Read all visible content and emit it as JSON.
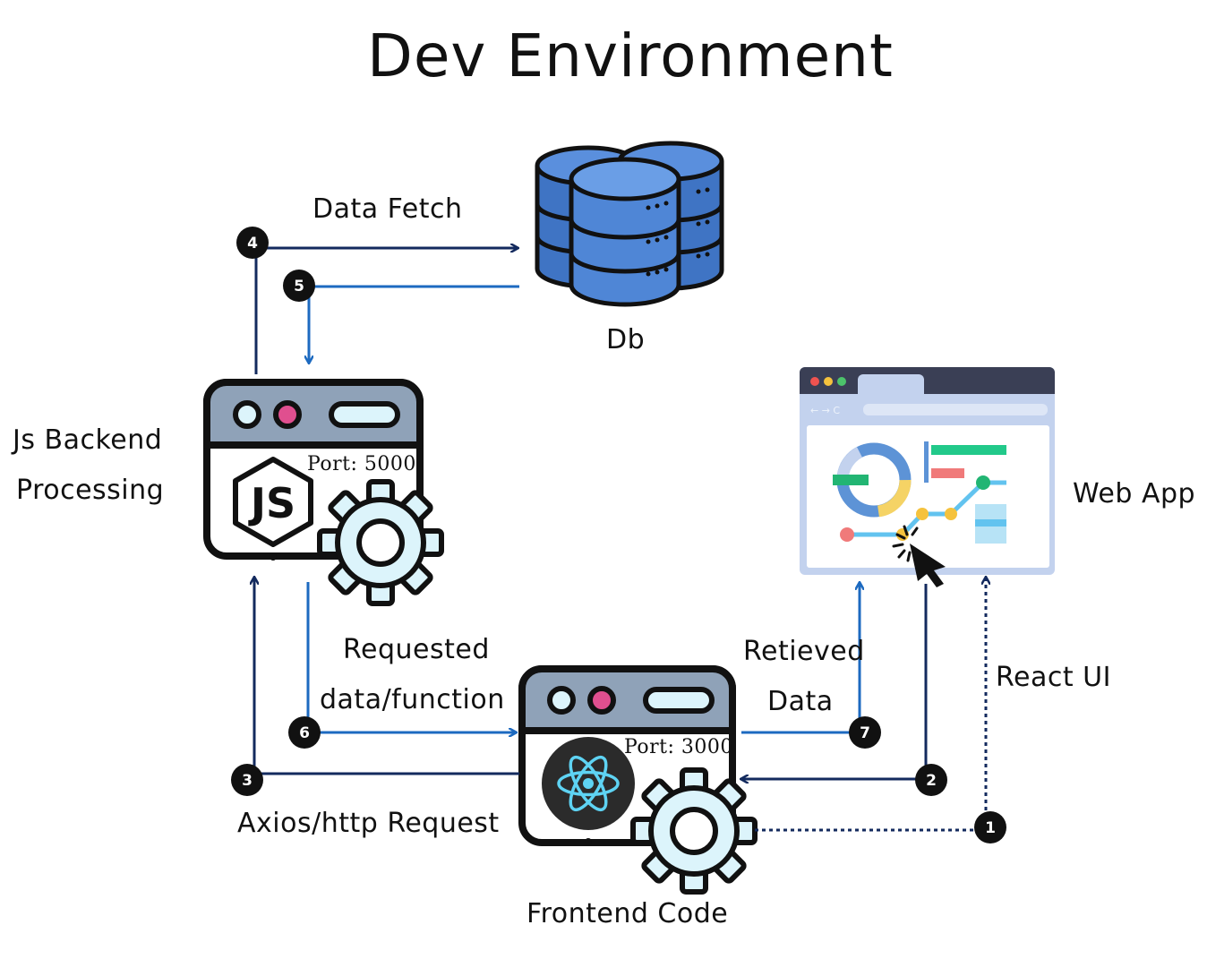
{
  "title": "Dev Environment",
  "nodes": {
    "db": "Db",
    "backend": [
      "Js Backend",
      "Processing"
    ],
    "web_app": "Web App",
    "frontend": "Frontend Code"
  },
  "ports": {
    "backend": "Port: 5000",
    "frontend": "Port: 3000"
  },
  "backend_logo_text": "JS",
  "edge_labels": {
    "data_fetch": "Data Fetch",
    "requested": [
      "Requested",
      "data/function"
    ],
    "retrieved": [
      "Retieved",
      "Data"
    ],
    "react_ui": "React UI",
    "axios": "Axios/http Request"
  },
  "steps": [
    "1",
    "2",
    "3",
    "4",
    "5",
    "6",
    "7"
  ],
  "colors": {
    "navy": "#132a5e",
    "blue": "#1d6ac0",
    "window_header": "#8fa2b8",
    "gear_fill": "#dcf4fb",
    "db_blue": "#4f86d6",
    "react_bg": "#2b2b2b",
    "react_logo": "#5ed3f3"
  }
}
